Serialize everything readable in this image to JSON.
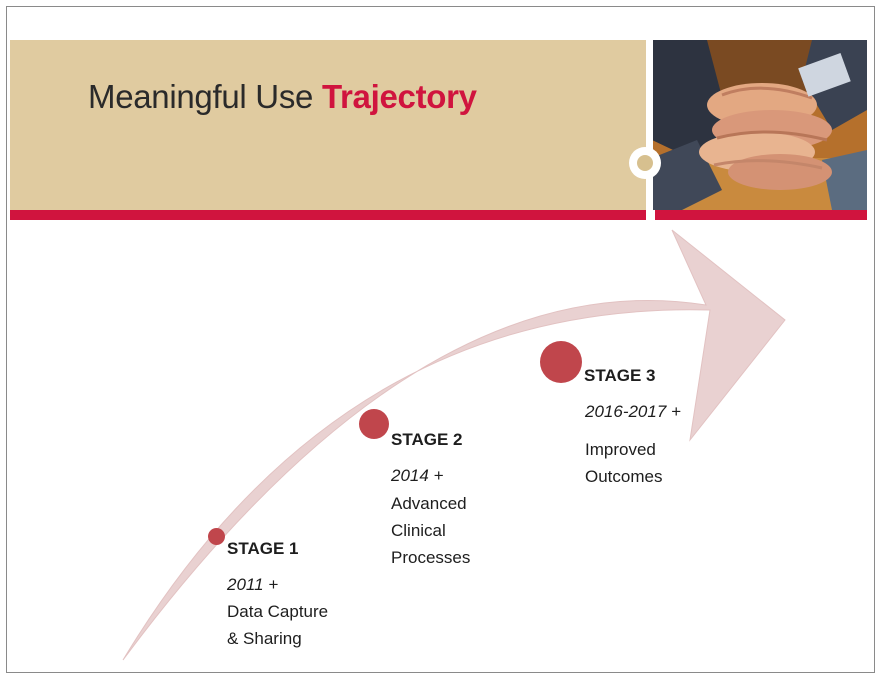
{
  "slide": {
    "title_plain": "Meaningful Use ",
    "title_accent": "Trajectory",
    "photo_subject": "stacked-hands-teamwork-photo"
  },
  "colors": {
    "title_band": "#e0cba0",
    "accent_red": "#d0143e",
    "arrow_fill": "#e9d1d1",
    "stage_marker": "#c0464c",
    "text": "#1e1e1e"
  },
  "stages": [
    {
      "name": "STAGE 1",
      "year": "2011 +",
      "description": [
        "Data Capture",
        "& Sharing"
      ]
    },
    {
      "name": "STAGE 2",
      "year": "2014 +",
      "description": [
        "Advanced",
        "Clinical",
        "Processes"
      ]
    },
    {
      "name": "STAGE 3",
      "year": "2016-2017 +",
      "description": [
        "Improved",
        "Outcomes"
      ]
    }
  ]
}
